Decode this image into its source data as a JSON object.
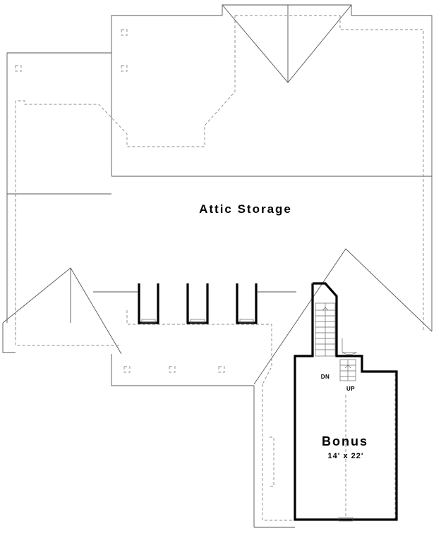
{
  "rooms": {
    "attic": {
      "label": "Attic Storage"
    },
    "bonus": {
      "label": "Bonus",
      "dimensions": "14' x 22'"
    }
  },
  "stairs": {
    "down_label": "DN",
    "up_label": "UP"
  },
  "colors": {
    "walls": "#000000",
    "roof_lines": "#555555",
    "hidden_lines": "#888888",
    "background": "#ffffff"
  }
}
